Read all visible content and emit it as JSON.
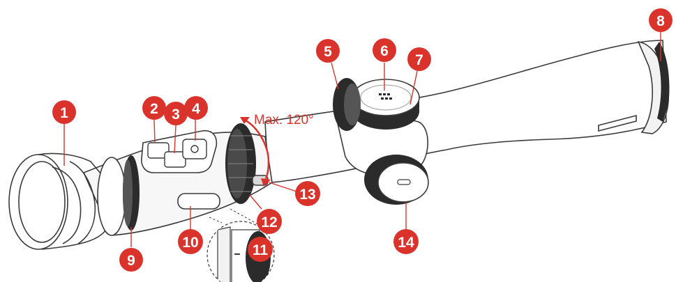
{
  "colors": {
    "callout": "#d9332b",
    "outline": "#3a3a3a",
    "body_shade": "#f2f2f2",
    "dark_part": "#2b2b2b"
  },
  "rotation_label": "Max. 120°",
  "callouts": [
    {
      "id": "1",
      "label": "1",
      "part": "eyecup"
    },
    {
      "id": "2",
      "label": "2",
      "part": "button"
    },
    {
      "id": "3",
      "label": "3",
      "part": "button"
    },
    {
      "id": "4",
      "label": "4",
      "part": "button"
    },
    {
      "id": "5",
      "label": "5",
      "part": "knob"
    },
    {
      "id": "6",
      "label": "6",
      "part": "top-knob"
    },
    {
      "id": "7",
      "label": "7",
      "part": "knob-base"
    },
    {
      "id": "8",
      "label": "8",
      "part": "objective-end"
    },
    {
      "id": "9",
      "label": "9",
      "part": "diopter-ring"
    },
    {
      "id": "10",
      "label": "10",
      "part": "port-cover"
    },
    {
      "id": "11",
      "label": "11",
      "part": "detail-dial"
    },
    {
      "id": "12",
      "label": "12",
      "part": "focus-ring"
    },
    {
      "id": "13",
      "label": "13",
      "part": "ring-lever"
    },
    {
      "id": "14",
      "label": "14",
      "part": "side-knob"
    }
  ]
}
